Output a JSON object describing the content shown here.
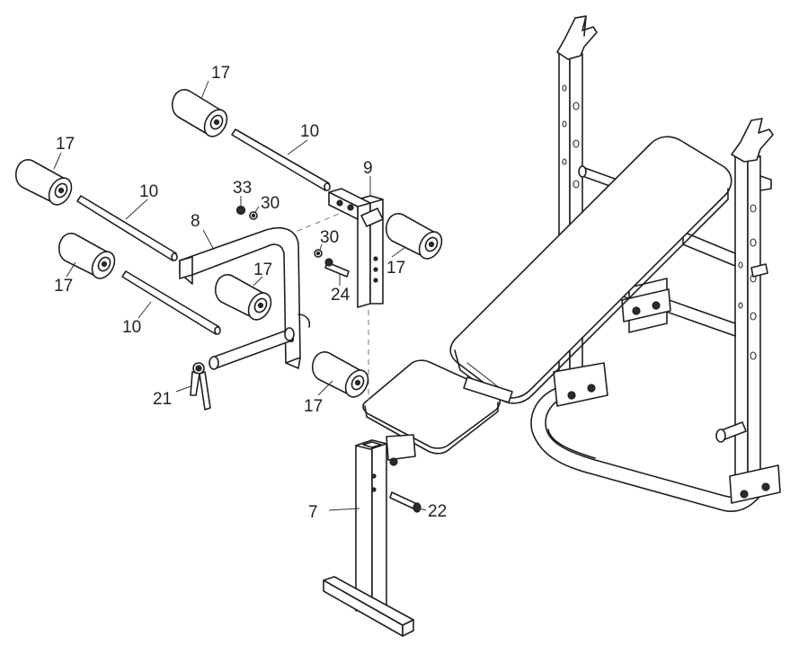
{
  "labels": {
    "p17a": "17",
    "p10a": "10",
    "p17b": "17",
    "p10b": "10",
    "p9": "9",
    "p33": "33",
    "p30a": "30",
    "p8": "8",
    "p30b": "30",
    "p17c": "17",
    "p17d": "17",
    "p24": "24",
    "p17e": "17",
    "p10c": "10",
    "p21": "21",
    "p17f": "17",
    "p7": "7",
    "p22": "22"
  }
}
